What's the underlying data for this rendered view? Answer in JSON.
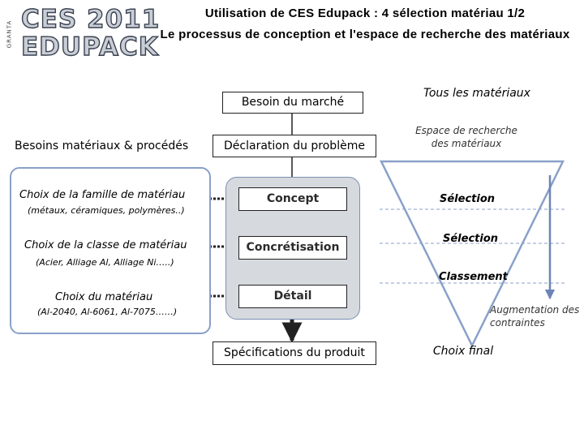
{
  "logo": {
    "line1": "CES 2011",
    "line2": "EDUPACK",
    "vertical": "GRANTA"
  },
  "header": {
    "title": "Utilisation de CES Edupack : 4 sélection matériau 1/2",
    "subtitle": "Le processus de conception et l'espace de recherche des matériaux"
  },
  "center": {
    "market_need": "Besoin du marché",
    "problem_statement": "Déclaration du problème",
    "concept": "Concept",
    "embodiment": "Concrétisation",
    "detail": "Détail",
    "product_spec": "Spécifications du produit"
  },
  "left": {
    "heading": "Besoins matériaux & procédés",
    "family_title": "Choix de la famille de matériau",
    "family_examples": "(métaux, céramiques, polymères..)",
    "class_title": "Choix de la classe de matériau",
    "class_examples": "(Acier, Alliage Al, Alliage Ni…..)",
    "material_title": "Choix du matériau",
    "material_examples": "(Al-2040, Al-6061, Al-7075……)"
  },
  "right": {
    "all_materials": "Tous les matériaux",
    "search_space": "Espace de recherche des matériaux",
    "selection_1": "Sélection",
    "selection_2": "Sélection",
    "ranking": "Classement",
    "constraints": "Augmentation des contraintes",
    "final_choice": "Choix final"
  },
  "colors": {
    "panel_fill": "#d6d9de",
    "panel_border": "#7a8fb5",
    "left_border": "#8aa0c8",
    "dash": "#8aa0c8",
    "arrow": "#6d84b7"
  }
}
